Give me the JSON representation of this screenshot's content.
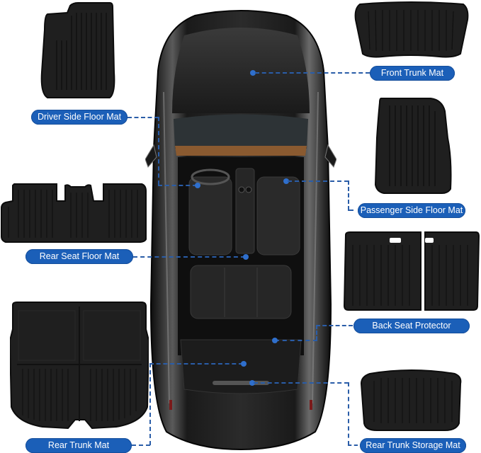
{
  "figure": {
    "type": "product-diagram",
    "subject": "Car floor mat set, top view of car with callouts"
  },
  "labels": [
    {
      "id": "front-trunk",
      "text": "Front Trunk Mat"
    },
    {
      "id": "driver-side",
      "text": "Driver Side Floor Mat"
    },
    {
      "id": "passenger-side",
      "text": "Passenger Side Floor Mat"
    },
    {
      "id": "rear-seat",
      "text": "Rear Seat Floor Mat"
    },
    {
      "id": "back-seat-protector",
      "text": "Back Seat Protector"
    },
    {
      "id": "rear-trunk",
      "text": "Rear Trunk Mat"
    },
    {
      "id": "rear-trunk-storage",
      "text": "Rear Trunk Storage Mat"
    }
  ],
  "colors": {
    "label_bg": "#1b5fb8",
    "label_text": "#ffffff",
    "leader_line": "#2a5da8",
    "mat": "#1e1e1e",
    "car_body": "#141414"
  }
}
